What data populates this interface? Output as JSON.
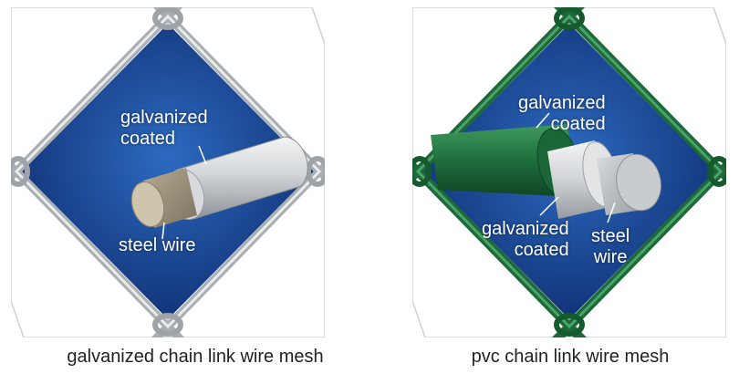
{
  "panels": [
    {
      "labels": {
        "coating_line1": "galvanized",
        "coating_line2": "coated",
        "core": "steel wire"
      },
      "caption": "galvanized chain link wire mesh"
    },
    {
      "labels": {
        "coating_line1": "galvanized",
        "coating_line2": "coated",
        "inner_coating_line1": "galvanized",
        "inner_coating_line2": "coated",
        "core_line1": "steel",
        "core_line2": "wire"
      },
      "caption": "pvc chain link wire mesh"
    }
  ],
  "colors": {
    "background_blue": "#1f4fa0",
    "galvanized_wire": "#b9bcc0",
    "pvc_wire": "#1f6e3c",
    "label_text": "#ffffff"
  }
}
